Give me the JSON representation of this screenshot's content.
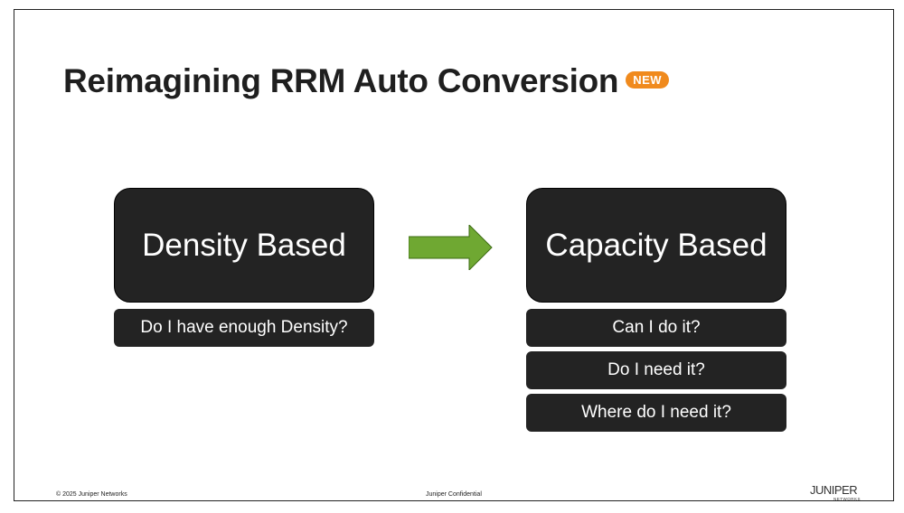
{
  "title": "Reimagining RRM Auto Conversion",
  "badge": "NEW",
  "left": {
    "heading": "Density Based",
    "questions": [
      "Do I have enough Density?"
    ]
  },
  "right": {
    "heading": "Capacity Based",
    "questions": [
      "Can I do it?",
      "Do I need it?",
      "Where do I need it?"
    ]
  },
  "footer": {
    "copyright": "© 2025 Juniper Networks",
    "confidential": "Juniper Confidential",
    "logo_text": "JUNIPER",
    "logo_sub": "NETWORKS"
  },
  "colors": {
    "box": "#232323",
    "badge": "#f08a1d",
    "arrow": "#6fa832"
  }
}
